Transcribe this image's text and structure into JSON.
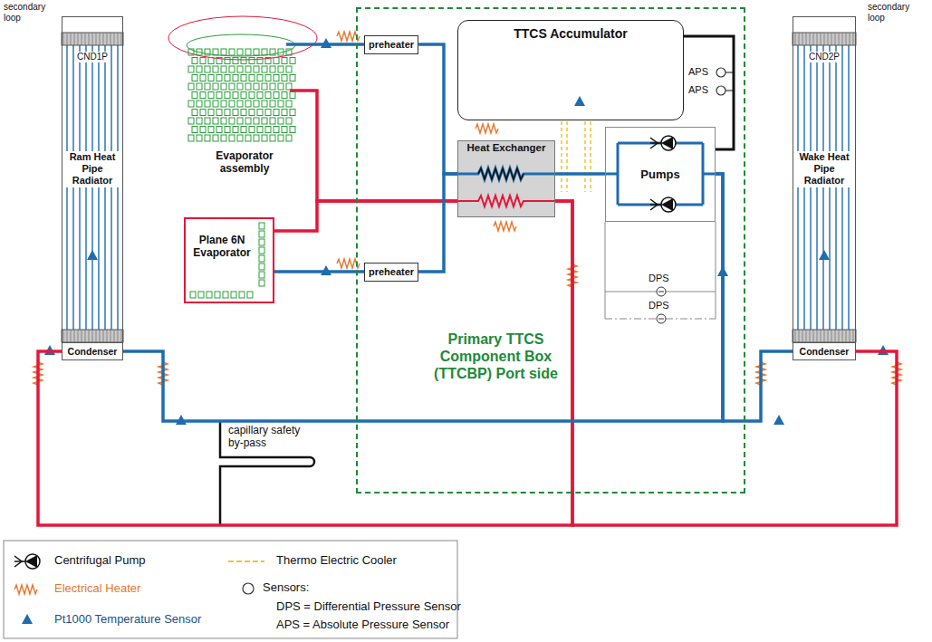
{
  "diagram": {
    "nodes": [
      {
        "text": [
          "CND1P",
          "Ram Heat Pipe Radiator"
        ]
      },
      {
        "text": [
          "Condenser"
        ],
        "in": 0
      },
      {
        "text": [
          "Evaporator assembly"
        ]
      },
      {
        "text": [
          "Plane 6N Evaporator"
        ]
      },
      {
        "text": [
          "Primary TTCS Component Box (TTCBP) Port side"
        ]
      },
      {
        "text": [
          "preheater"
        ],
        "in": 4
      },
      {
        "text": [
          "preheater"
        ],
        "in": 4
      },
      {
        "text": [
          "TTCS Accumulator"
        ],
        "in": 4
      },
      {
        "text": [
          "Heat Exchanger"
        ],
        "in": 4
      },
      {
        "text": [
          "Pumps"
        ],
        "in": 4
      },
      {
        "text": [
          "CND2P",
          "Wake Heat Pipe Radiator"
        ]
      },
      {
        "text": [
          "Condenser"
        ],
        "in": 10
      }
    ],
    "edges": [
      {
        "from": 5,
        "to": 2,
        "arrow": "none"
      },
      {
        "from": 6,
        "to": 3,
        "arrow": "none"
      },
      {
        "from": 2,
        "to": 8,
        "arrow": "none"
      },
      {
        "from": 3,
        "to": 8,
        "arrow": "none"
      },
      {
        "from": 8,
        "to": 1,
        "arrow": "none"
      },
      {
        "from": 8,
        "to": 11,
        "arrow": "none"
      },
      {
        "from": 1,
        "to": 9,
        "arrow": "none"
      },
      {
        "from": 11,
        "to": 9,
        "arrow": "none"
      },
      {
        "from": 9,
        "to": 8,
        "arrow": "none"
      },
      {
        "from": 8,
        "to": 5,
        "arrow": "none"
      },
      {
        "from": 8,
        "to": 6,
        "arrow": "none"
      },
      {
        "from": 7,
        "to": 9,
        "arrow": "none"
      }
    ],
    "labels": [
      "secondary loop",
      "secondary loop",
      "APS",
      "APS",
      "DPS",
      "DPS",
      "capillary safety by-pass"
    ],
    "legend": [
      {
        "text": "Centrifugal Pump"
      },
      {
        "text": "Electrical Heater"
      },
      {
        "text": "Pt1000 Temperature Sensor"
      },
      {
        "text": "Thermo Electric Cooler"
      },
      {
        "text": "Sensors:"
      },
      {
        "text": "DPS = Differential Pressure Sensor"
      },
      {
        "text": "APS = Absolute Pressure Sensor"
      }
    ]
  }
}
